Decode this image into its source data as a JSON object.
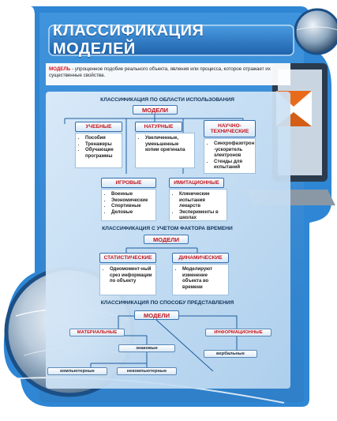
{
  "title": "КЛАССИФИКАЦИЯ МОДЕЛЕЙ",
  "intro": {
    "term": "МОДЕЛЬ",
    "definition": " - упрощенное подобие реального объекта, явления или процесса, которое отражает их существенные свойства."
  },
  "section1": {
    "heading": "КЛАССИФИКАЦИЯ ПО ОБЛАСТИ ИСПОЛЬЗОВАНИЯ",
    "root": "МОДЕЛИ",
    "categories": [
      {
        "label": "УЧЕБНЫЕ",
        "items": [
          "Пособия",
          "Тренажеры",
          "Обучающие программы"
        ]
      },
      {
        "label": "НАТУРНЫЕ",
        "items": [
          "Увеличенные, уменьшенные копии оригинала"
        ]
      },
      {
        "label": "НАУЧНО-ТЕХНИЧЕСКИЕ",
        "items": [
          "Синхрофазотрон -ускоритель электронов",
          "Стенды для испытаний"
        ]
      },
      {
        "label": "ИГРОВЫЕ",
        "items": [
          "Военные",
          "Экономические",
          "Спортивные",
          "Деловые"
        ]
      },
      {
        "label": "ИМИТАЦИОННЫЕ",
        "items": [
          "Клинические испытания лекарств",
          "Эксперименты в школах"
        ]
      }
    ]
  },
  "section2": {
    "heading": "КЛАССИФИКАЦИЯ С УЧЕТОМ ФАКТОРА ВРЕМЕНИ",
    "root": "МОДЕЛИ",
    "categories": [
      {
        "label": "СТАТИСТИЧЕСКИЕ",
        "items": [
          "Одномомент-ный срез информации по объекту"
        ]
      },
      {
        "label": "ДИНАМИЧЕСКИЕ",
        "items": [
          "Моделируют изменение объекта во времени"
        ]
      }
    ]
  },
  "section3": {
    "heading": "КЛАССИФИКАЦИЯ ПО СПОСОБУ ПРЕДСТАВЛЕНИЯ",
    "root": "МОДЕЛИ",
    "material": "МАТЕРИАЛЬНЫЕ",
    "informational": "ИНФОРМАЦИОННЫЕ",
    "sign": "знаковые",
    "verbal": "вербальные",
    "computer": "компьютерные",
    "noncomputer": "некомпьютерные"
  },
  "colors": {
    "accent_red": "#c2141c",
    "panel_blue": "#3d8ed6",
    "title_bar": "#2c6fb4",
    "dark_text": "#12345a"
  },
  "icons": [
    "globe-icon",
    "laptop-icon",
    "envelope-icon"
  ]
}
